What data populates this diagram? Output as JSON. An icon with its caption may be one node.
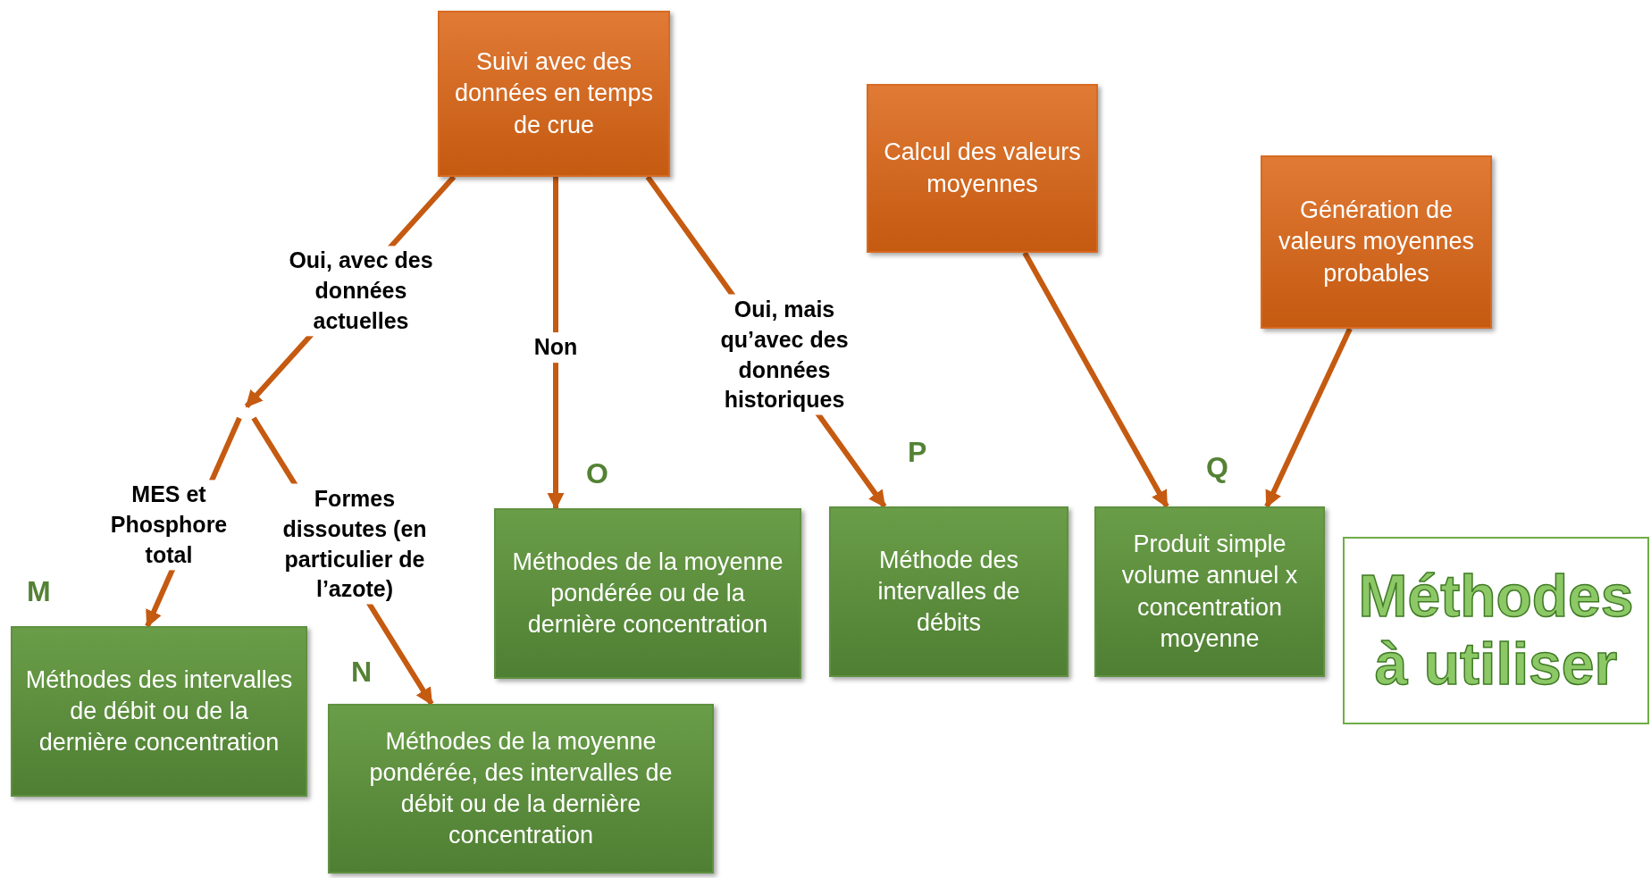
{
  "diagram": {
    "nodes": [
      {
        "text": [
          "Suivi avec des données en temps de crue"
        ]
      },
      {
        "text": [
          "Calcul des valeurs moyennes"
        ]
      },
      {
        "text": [
          "Génération de valeurs moyennes probables"
        ]
      },
      {
        "text": [
          "Méthodes des intervalles de débit ou de la dernière concentration"
        ],
        "beside": [
          "M"
        ]
      },
      {
        "text": [
          "Méthodes de la moyenne pondérée, des intervalles de débit ou de la dernière concentration"
        ],
        "beside": [
          "N"
        ]
      },
      {
        "text": [
          "Méthodes de la moyenne pondérée ou de la dernière concentration"
        ],
        "beside": [
          "O"
        ]
      },
      {
        "text": [
          "Méthode des intervalles de débits"
        ],
        "beside": [
          "P"
        ]
      },
      {
        "text": [
          "Produit simple volume annuel x concentration moyenne"
        ],
        "beside": [
          "Q"
        ]
      },
      {
        "text": [
          "Méthodes à utiliser"
        ]
      }
    ],
    "edges": [
      {
        "from": 0,
        "to": null,
        "arrow": "to",
        "label": "Oui, avec des données actuelles"
      },
      {
        "from": null,
        "to": 3,
        "arrow": "to",
        "label": "MES et Phosphore total"
      },
      {
        "from": null,
        "to": 4,
        "arrow": "to",
        "label": "Formes dissoutes (en particulier de l’azote)"
      },
      {
        "from": 0,
        "to": 5,
        "arrow": "to",
        "label": "Non"
      },
      {
        "from": 0,
        "to": 6,
        "arrow": "to",
        "label": "Oui, mais qu’avec des données historiques"
      },
      {
        "from": 1,
        "to": 7,
        "arrow": "to"
      },
      {
        "from": 2,
        "to": 7,
        "arrow": "to"
      }
    ]
  }
}
